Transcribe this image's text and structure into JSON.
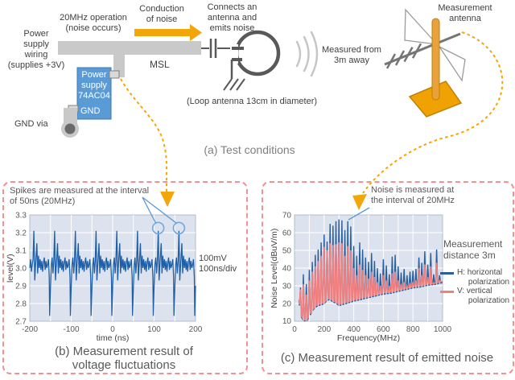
{
  "diagram": {
    "labels": {
      "power_wiring": "Power\nsupply\nwiring\n(supplies +3V)",
      "operation": "20MHz operation\n(noise occurs)",
      "conduction": "Conduction\nof noise",
      "msl": "MSL",
      "chip": "Power\nsupply\n74AC04",
      "chip_gnd": "GND",
      "gnd_via": "GND via",
      "connects": "Connects an\nantenna and\nemits noise",
      "loop_note": "(Loop antenna 13cm in diameter)",
      "measured_from": "Measured from\n3m away",
      "antenna": "Measurement\nantenna",
      "caption": "(a) Test conditions"
    },
    "colors": {
      "orange": "#F2A60A",
      "chip_blue": "#5B9BD5",
      "bar_gray": "#C9C9C9",
      "line_gray": "#595959",
      "panel_border_pink": "#F29191"
    }
  },
  "panel_b": {
    "note": "Spikes are measured at the interval\nof 50ns (20MHz)",
    "scale_note": "100mV\n100ns/div",
    "caption": "(b) Measurement result of\nvoltage fluctuations"
  },
  "panel_c": {
    "note": "Noise is measured at\nthe interval of 20MHz",
    "distance_note": "Measurement\ndistance 3m",
    "legend": [
      {
        "label": "H: horizontal\n     polarization",
        "color": "#2A5F9E"
      },
      {
        "label": "V: vertical\n     polarization",
        "color": "#F08080"
      }
    ],
    "caption": "(c) Measurement result of emitted noise"
  },
  "chart_data": [
    {
      "type": "line",
      "title": "Voltage fluctuation waveform",
      "xlabel": "time (ns)",
      "ylabel": "level(V)",
      "xlim": [
        -200,
        200
      ],
      "ylim": [
        2.7,
        3.3
      ],
      "xticks": [
        "-200",
        "-100",
        "0",
        "100",
        "200"
      ],
      "yticks": [
        "2.7",
        "2.8",
        "2.9",
        "3.0",
        "3.1",
        "3.2",
        "3.3"
      ],
      "x_grid_step": 50,
      "y_grid_step": 0.1,
      "grid": true,
      "line_color": "#1F5FA8",
      "baseline_V": 3.0,
      "spike_peak_V": 3.21,
      "dip_V": 2.73,
      "period_ns": 50,
      "spike_times_ns": [
        -190,
        -140,
        -90,
        -40,
        10,
        60,
        110,
        160
      ],
      "lead_in": [
        [
          -200,
          3.0
        ],
        [
          -198,
          3.05
        ],
        [
          -196,
          2.98
        ],
        [
          -194,
          3.02
        ]
      ],
      "cycle_pattern": [
        [
          -2,
          3.05
        ],
        [
          0,
          3.21
        ],
        [
          2,
          2.93
        ],
        [
          4,
          3.02
        ],
        [
          7,
          3.14
        ],
        [
          9,
          2.97
        ],
        [
          11,
          3.07
        ],
        [
          13,
          3.0
        ],
        [
          15,
          3.05
        ],
        [
          17,
          2.99
        ],
        [
          19,
          3.04
        ],
        [
          21,
          2.98
        ],
        [
          23,
          3.03
        ],
        [
          25,
          3.06
        ],
        [
          27,
          2.99
        ],
        [
          29,
          3.04
        ],
        [
          31,
          3.0
        ],
        [
          33,
          3.02
        ],
        [
          35,
          3.05
        ],
        [
          37,
          2.95
        ],
        [
          38,
          2.73
        ],
        [
          40,
          2.9
        ],
        [
          42,
          3.02
        ],
        [
          44,
          3.06
        ],
        [
          46,
          2.97
        ],
        [
          48,
          3.04
        ]
      ],
      "annotations": {
        "circled_spikes_ns": [
          110,
          160
        ]
      }
    },
    {
      "type": "line",
      "title": "Emitted noise spectrum, peaks every 20MHz",
      "xlabel": "Frequency(MHz)",
      "ylabel": "Noise Level(dBuV/m)",
      "xlim": [
        0,
        1000
      ],
      "ylim": [
        10,
        70
      ],
      "xticks": [
        "0",
        "200",
        "400",
        "600",
        "800",
        "1000"
      ],
      "yticks": [
        "10",
        "20",
        "30",
        "40",
        "50",
        "60",
        "70"
      ],
      "x_grid_step": 100,
      "y_grid_step": 10,
      "grid": true,
      "peak_freqs_MHz": [
        40,
        60,
        80,
        100,
        120,
        140,
        160,
        180,
        200,
        220,
        240,
        260,
        280,
        300,
        320,
        340,
        360,
        380,
        400,
        420,
        440,
        460,
        480,
        500,
        520,
        540,
        560,
        580,
        600,
        620,
        640,
        660,
        680,
        700,
        720,
        740,
        760,
        780,
        800,
        820,
        840,
        860,
        880,
        900,
        920,
        940,
        960,
        980
      ],
      "series": [
        {
          "name": "H: horizontal polarization",
          "color": "#2A5F9E",
          "peaks_dB": [
            29,
            36.5,
            31,
            39,
            43.5,
            47.5,
            50.5,
            54.5,
            59,
            55,
            65,
            64,
            66.5,
            67.5,
            67,
            61.5,
            66.5,
            63.5,
            52.5,
            47,
            54.5,
            50.5,
            46,
            43.5,
            48.5,
            44,
            40,
            37,
            45,
            41.5,
            36.5,
            46.5,
            47.5,
            41,
            37.5,
            39.5,
            36,
            38,
            38.5,
            39.5,
            46,
            43,
            49.5,
            42,
            48.5,
            36.5,
            50.5,
            36
          ]
        },
        {
          "name": "V: vertical polarization",
          "color": "#F08080",
          "peaks_dB": [
            28,
            31,
            25,
            33,
            38,
            41,
            44,
            47,
            52,
            50,
            54,
            53,
            53.5,
            54.5,
            54,
            47,
            52.5,
            50,
            40,
            36,
            42,
            39,
            36,
            34,
            38,
            35,
            32,
            30,
            36,
            33,
            30,
            37,
            38,
            33,
            31,
            32,
            30,
            31.5,
            32,
            33,
            40,
            36,
            42,
            35,
            41,
            31,
            43,
            33
          ]
        }
      ],
      "noise_floor_dB": [
        [
          30,
          22
        ],
        [
          40,
          14
        ],
        [
          60,
          11
        ],
        [
          80,
          10.5
        ],
        [
          100,
          13
        ],
        [
          120,
          16.5
        ],
        [
          140,
          18.5
        ],
        [
          160,
          19.5
        ],
        [
          180,
          20
        ],
        [
          200,
          20.5
        ],
        [
          220,
          22.5
        ],
        [
          240,
          23
        ],
        [
          260,
          21.5
        ],
        [
          280,
          21
        ],
        [
          300,
          19.5
        ],
        [
          340,
          20.5
        ],
        [
          400,
          22
        ],
        [
          450,
          23
        ],
        [
          500,
          24
        ],
        [
          550,
          25
        ],
        [
          600,
          26
        ],
        [
          650,
          26.5
        ],
        [
          700,
          27.5
        ],
        [
          750,
          28.5
        ],
        [
          800,
          29.5
        ],
        [
          850,
          30
        ],
        [
          900,
          31
        ],
        [
          950,
          31.5
        ],
        [
          1000,
          32.5
        ]
      ]
    }
  ]
}
